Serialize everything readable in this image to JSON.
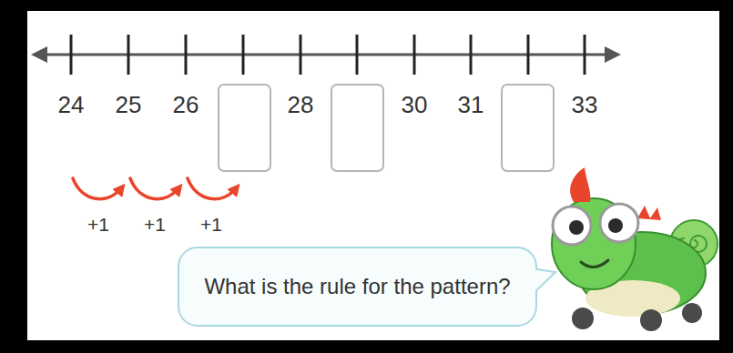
{
  "diagram": {
    "nodes": [
      {
        "text": [
          "What is the rule for the pattern?"
        ]
      }
    ],
    "labels": [
      "24",
      "25",
      "26",
      "28",
      "30",
      "31",
      "33",
      "+1",
      "+1",
      "+1"
    ]
  }
}
